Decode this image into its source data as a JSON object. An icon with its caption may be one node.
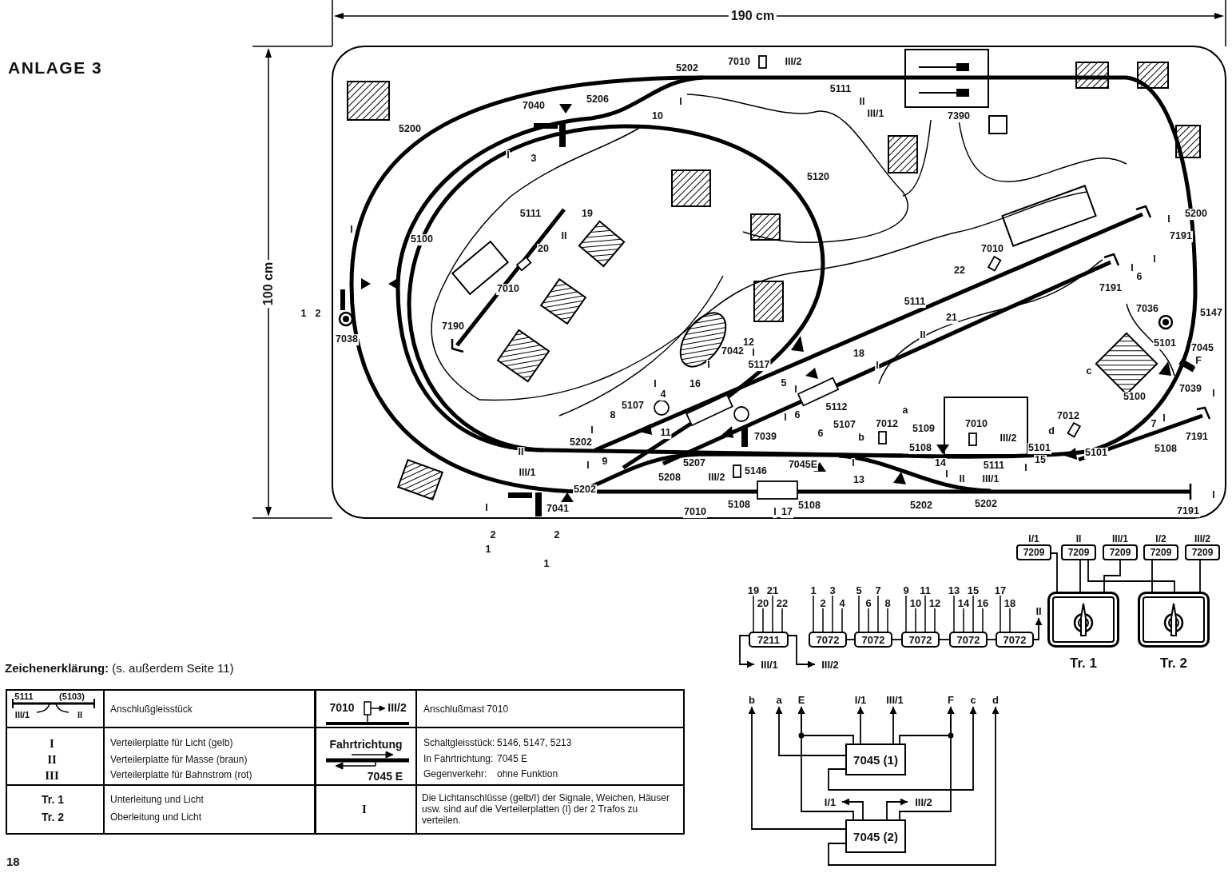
{
  "diagram": {
    "title": "ANLAGE 3",
    "nodes": [
      {
        "text": [
          "I/1",
          "7209"
        ]
      },
      {
        "text": [
          "II",
          "7209"
        ]
      },
      {
        "text": [
          "III/1",
          "7209"
        ]
      },
      {
        "text": [
          "I/2",
          "7209"
        ]
      },
      {
        "text": [
          "III/2",
          "7209"
        ]
      },
      {
        "text": [
          "7211"
        ],
        "beside": [
          "19",
          "20",
          "21",
          "22"
        ]
      },
      {
        "text": [
          "7072"
        ],
        "beside": [
          "1",
          "2",
          "3",
          "4"
        ]
      },
      {
        "text": [
          "7072"
        ],
        "beside": [
          "5",
          "6",
          "7",
          "8"
        ]
      },
      {
        "text": [
          "7072"
        ],
        "beside": [
          "9",
          "10",
          "11",
          "12"
        ]
      },
      {
        "text": [
          "7072"
        ],
        "beside": [
          "13",
          "14",
          "15",
          "16"
        ]
      },
      {
        "text": [
          "7072"
        ],
        "beside": [
          "17",
          "18"
        ]
      },
      {
        "text": [
          "II"
        ]
      },
      {
        "text": [
          "Tr. 1"
        ]
      },
      {
        "text": [
          "Tr. 2"
        ]
      },
      {
        "text": [
          "III/1"
        ]
      },
      {
        "text": [
          "III/2"
        ]
      },
      {
        "text": [
          "b"
        ]
      },
      {
        "text": [
          "a"
        ]
      },
      {
        "text": [
          "E"
        ]
      },
      {
        "text": [
          "I/1"
        ]
      },
      {
        "text": [
          "III/1"
        ]
      },
      {
        "text": [
          "F"
        ]
      },
      {
        "text": [
          "c"
        ]
      },
      {
        "text": [
          "d"
        ]
      },
      {
        "text": [
          "7045 (1)"
        ]
      },
      {
        "text": [
          "I/1"
        ]
      },
      {
        "text": [
          "III/2"
        ]
      },
      {
        "text": [
          "7045 (2)"
        ]
      }
    ],
    "edges": [
      {
        "from": 0,
        "to": 12,
        "arrow": "none"
      },
      {
        "from": 1,
        "to": 12,
        "arrow": "none"
      },
      {
        "from": 1,
        "to": 13,
        "arrow": "none"
      },
      {
        "from": 2,
        "to": 12,
        "arrow": "none"
      },
      {
        "from": 3,
        "to": 13,
        "arrow": "none"
      },
      {
        "from": 4,
        "to": 13,
        "arrow": "none"
      },
      {
        "from": 6,
        "to": 7,
        "arrow": "none"
      },
      {
        "from": 7,
        "to": 8,
        "arrow": "none"
      },
      {
        "from": 8,
        "to": 9,
        "arrow": "none"
      },
      {
        "from": 9,
        "to": 10,
        "arrow": "none"
      },
      {
        "from": 10,
        "to": 11,
        "arrow": "to"
      },
      {
        "from": 5,
        "to": 14,
        "arrow": "to"
      },
      {
        "from": 5,
        "to": 15,
        "arrow": "to"
      },
      {
        "from": 24,
        "to": 17,
        "arrow": "to"
      },
      {
        "from": 24,
        "to": 18,
        "arrow": "to"
      },
      {
        "from": 27,
        "to": 18,
        "arrow": "to"
      },
      {
        "from": 24,
        "to": 19,
        "arrow": "to"
      },
      {
        "from": 24,
        "to": 20,
        "arrow": "to"
      },
      {
        "from": 24,
        "to": 21,
        "arrow": "to"
      },
      {
        "from": 27,
        "to": 21,
        "arrow": "to"
      },
      {
        "from": 24,
        "to": 22,
        "arrow": "to"
      },
      {
        "from": 27,
        "to": 16,
        "arrow": "to"
      },
      {
        "from": 27,
        "to": 23,
        "arrow": "to"
      },
      {
        "from": 27,
        "to": 25,
        "arrow": "to"
      },
      {
        "from": 27,
        "to": 26,
        "arrow": "to"
      }
    ],
    "labels": [
      "190 cm",
      "100 cm",
      "5202",
      "7010",
      "III/2",
      "5111",
      "7040",
      "5206",
      "I",
      "II",
      "10",
      "III/1",
      "7390",
      "5200",
      "I",
      "3",
      "5120",
      "5111",
      "19",
      "I",
      "5200",
      "I",
      "5100",
      "II",
      "7191",
      "20",
      "7010",
      "22",
      "I",
      "I",
      "6",
      "7010",
      "7191",
      "1",
      "2",
      "5111",
      "21",
      "7036",
      "5147",
      "7190",
      "7038",
      "7042",
      "12",
      "I",
      "18",
      "II",
      "5101",
      "7045",
      "I",
      "5117",
      "I",
      "F",
      "c",
      "I",
      "4",
      "16",
      "5",
      "I",
      "5100",
      "7039",
      "I",
      "8",
      "5107",
      "I",
      "6",
      "5112",
      "a",
      "7012",
      "7",
      "I",
      "5202",
      "I",
      "11",
      "7039",
      "6",
      "5107",
      "b",
      "7012",
      "5109",
      "7010",
      "III/2",
      "d",
      "7191",
      "II",
      "5108",
      "5101",
      "5101",
      "5108",
      "I",
      "9",
      "5207",
      "7045E",
      "I",
      "14",
      "5111",
      "I",
      "15",
      "III/1",
      "5208",
      "III/2",
      "5146",
      "13",
      "I",
      "II",
      "III/1",
      "5202",
      "I",
      "I",
      "7041",
      "7010",
      "5108",
      "I",
      "17",
      "5108",
      "5202",
      "5202",
      "7191",
      "2",
      "2",
      "1",
      "1",
      "**Zeichenerklärung:** (s. außerdem Seite 11)",
      "5111",
      "(5103)",
      "III/1",
      "II",
      "Anschlußgleisstück",
      "7010",
      "III/2",
      "Anschlußmast 7010",
      "I",
      "II",
      "III",
      "Verteilerplatte für Licht (gelb)",
      "Verteilerplatte für Masse (braun)",
      "Verteilerplatte für Bahnstrom (rot)",
      "Fahrtrichtung",
      "7045 E",
      "Schaltgleisstück:",
      "5146, 5147, 5213",
      "In Fahrtrichtung:",
      "7045 E",
      "Gegenverkehr:",
      "ohne Funktion",
      "Tr. 1",
      "Tr. 2",
      "Unterleitung und Licht",
      "Oberleitung und Licht",
      "I",
      "Die Lichtanschlüsse (gelb/I) der Signale, Weichen, Häuser usw. sind auf die Verteilerplatten (I) der 2 Trafos zu verteilen.",
      "18"
    ]
  }
}
